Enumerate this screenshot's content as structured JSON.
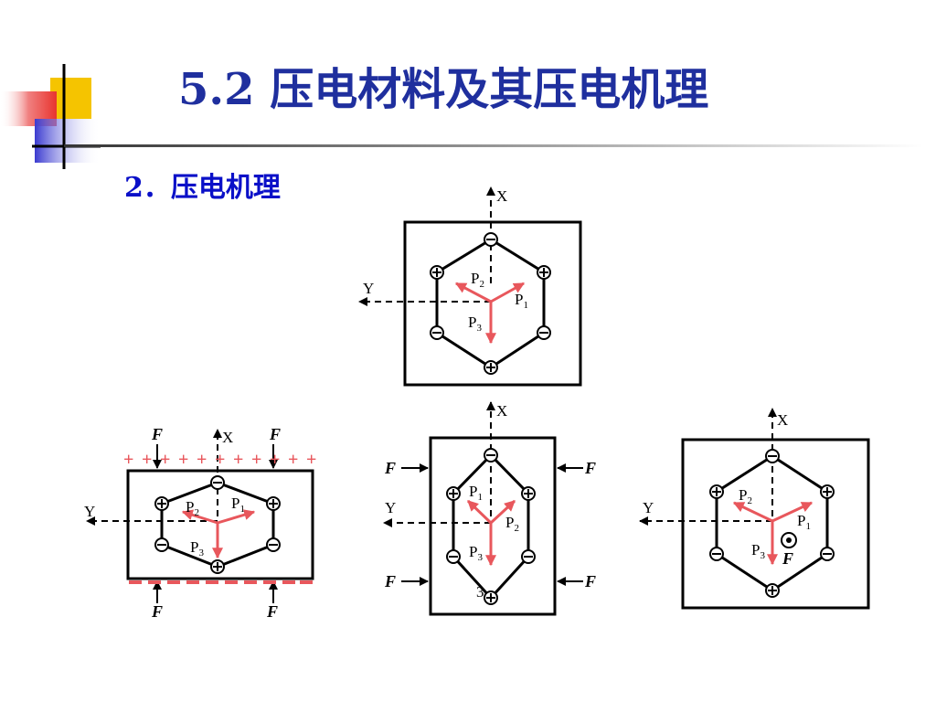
{
  "slide": {
    "title": "5.2  压电材料及其压电机理",
    "subtitle": "2．压电机理"
  },
  "colors": {
    "title": "#1f2f9e",
    "subtitle": "#0a10c8",
    "polarization": "#e8575c",
    "surface_charge": "#e8575c",
    "deco_yellow": "#f5c400",
    "deco_blue": "#3a3ad0",
    "deco_red": "#e8342e"
  },
  "labels": {
    "x": "X",
    "y": "Y",
    "p1": "P",
    "p2": "P",
    "p3": "P",
    "sub1": "1",
    "sub2": "2",
    "sub3": "3",
    "force": "F",
    "plus": "+",
    "minus": "−",
    "stray": "3"
  },
  "diagrams": [
    {
      "name": "unstressed",
      "force": "none"
    },
    {
      "name": "x-compression",
      "force": "along-X"
    },
    {
      "name": "y-compression",
      "force": "along-Y"
    },
    {
      "name": "z-force",
      "force": "along-Z"
    }
  ]
}
